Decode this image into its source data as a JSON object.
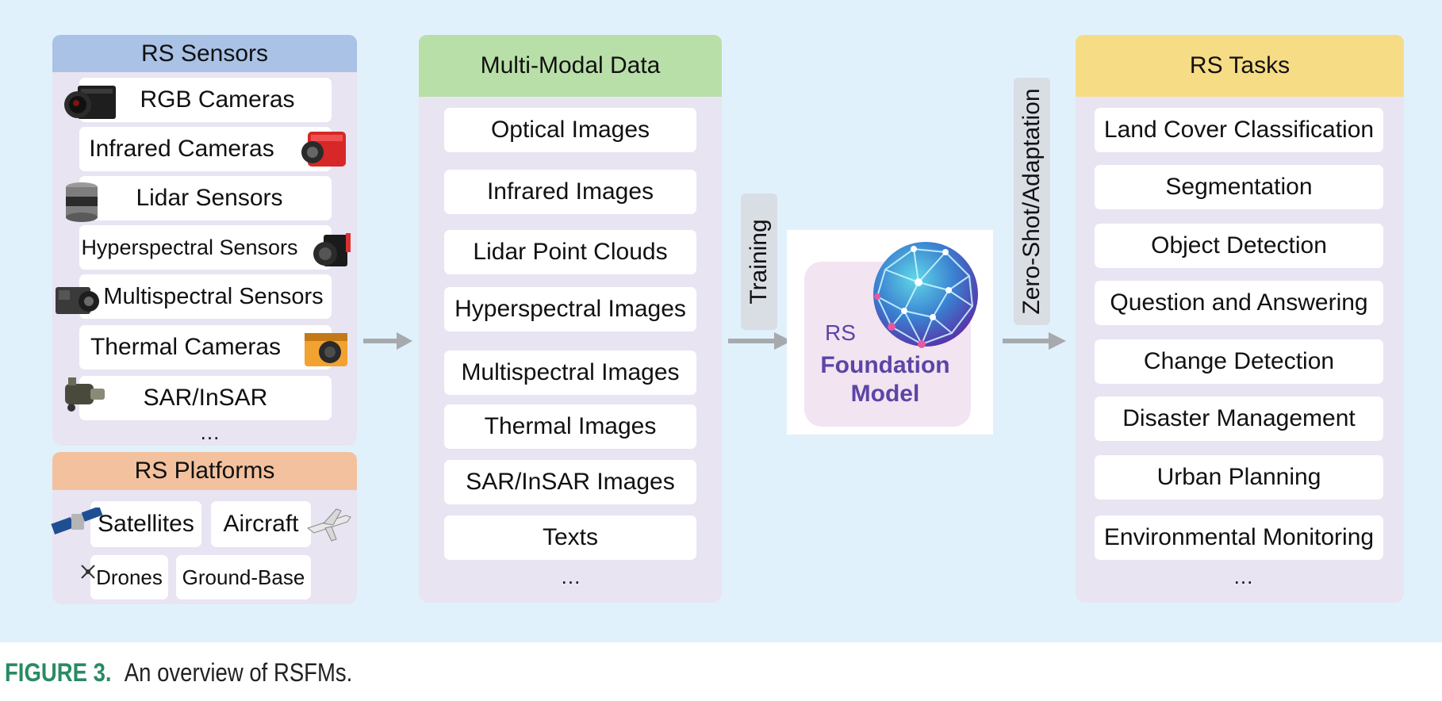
{
  "sensors": {
    "title": "RS Sensors",
    "items": [
      "RGB Cameras",
      "Infrared Cameras",
      "Lidar Sensors",
      "Hyperspectral Sensors",
      "Multispectral Sensors",
      "Thermal Cameras",
      "SAR/InSAR"
    ],
    "more": "..."
  },
  "platforms": {
    "title": "RS Platforms",
    "items": [
      "Satellites",
      "Aircraft",
      "Drones",
      "Ground-Base"
    ]
  },
  "data": {
    "title": "Multi-Modal Data",
    "items": [
      "Optical Images",
      "Infrared Images",
      "Lidar Point Clouds",
      "Hyperspectral Images",
      "Multispectral Images",
      "Thermal Images",
      "SAR/InSAR Images",
      "Texts"
    ],
    "more": "..."
  },
  "training_label": "Training",
  "model": {
    "line1": "RS",
    "line2": "Foundation",
    "line3": "Model"
  },
  "adaptation_label": "Zero-Shot/Adaptation",
  "tasks": {
    "title": "RS Tasks",
    "items": [
      "Land Cover Classification",
      "Segmentation",
      "Object Detection",
      "Question and Answering",
      "Change Detection",
      "Disaster Management",
      "Urban Planning",
      "Environmental Monitoring"
    ],
    "more": "..."
  },
  "caption": {
    "label": "FIGURE 3.",
    "text": "An overview of RSFMs."
  },
  "colors": {
    "background": "#e1f1fb",
    "panel": "#e8e4f2",
    "sensors_header": "#a9c2e6",
    "platforms_header": "#f3c19e",
    "data_header": "#b9dfa9",
    "tasks_header": "#f7dc86",
    "model_text": "#5b45a6",
    "caption_label": "#2a8a63"
  },
  "icons": [
    "camera-icon",
    "infrared-camera-icon",
    "lidar-icon",
    "hyperspectral-camera-icon",
    "multispectral-camera-icon",
    "thermal-camera-icon",
    "sar-icon",
    "satellite-icon",
    "aircraft-icon",
    "drone-icon",
    "globe-network-icon",
    "arrow-right-icon"
  ]
}
